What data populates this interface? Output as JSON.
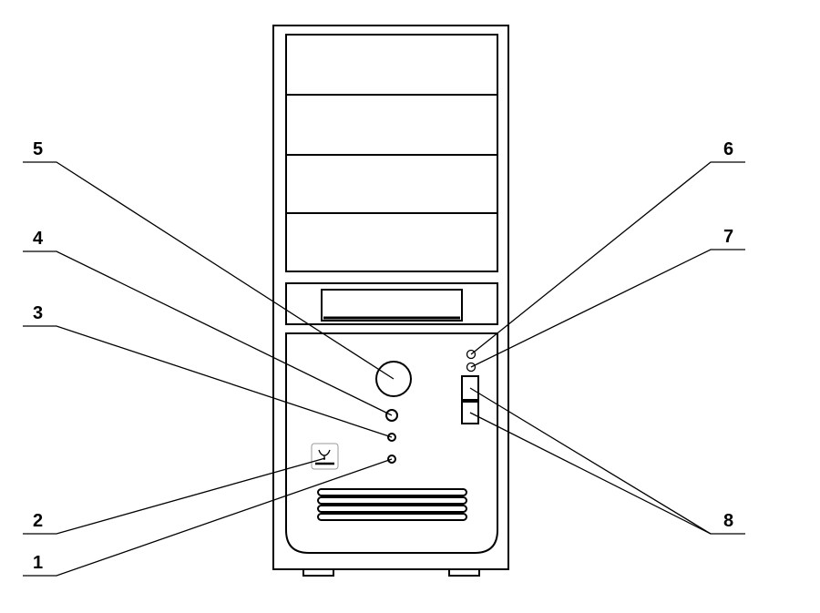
{
  "labels": {
    "l1": "1",
    "l2": "2",
    "l3": "3",
    "l4": "4",
    "l5": "5",
    "l6": "6",
    "l7": "7",
    "l8": "8"
  },
  "logo": {
    "text": "логотип"
  }
}
